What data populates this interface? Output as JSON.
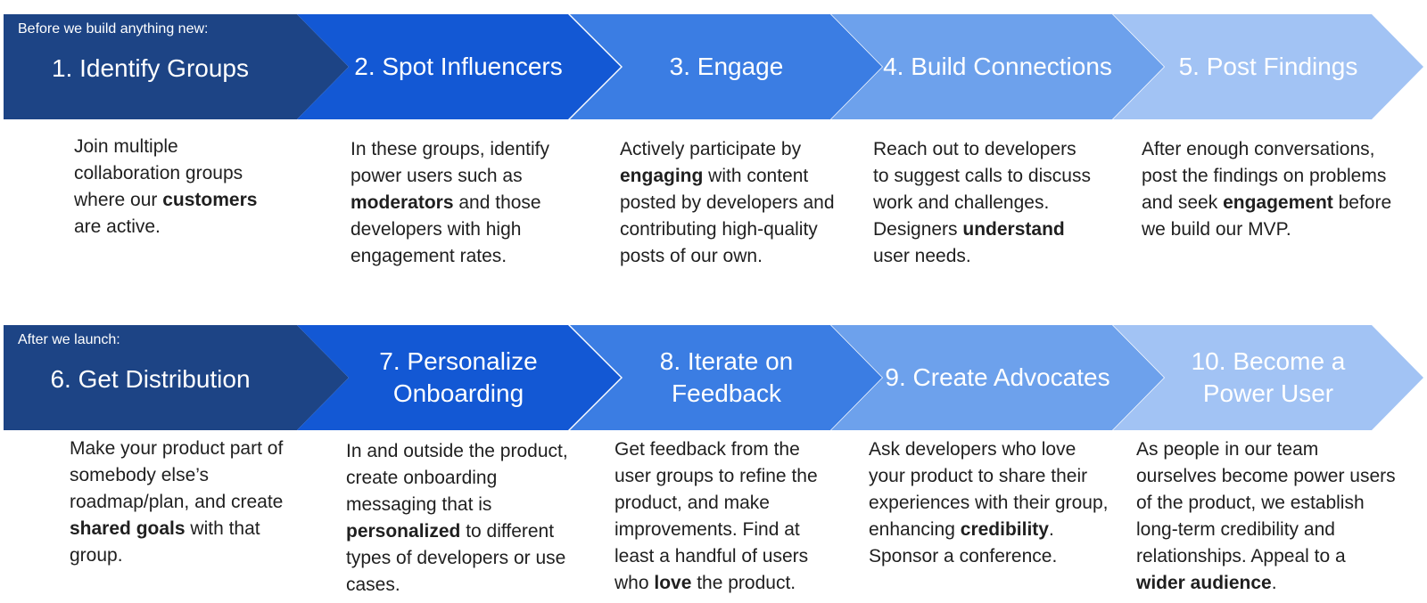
{
  "rows": [
    {
      "label": "Before we build anything new:",
      "steps": [
        {
          "title": "1. Identify Groups",
          "desc": [
            {
              "t": "Join multiple collaboration groups where our "
            },
            {
              "b": "customers"
            },
            {
              "t": " are active."
            }
          ]
        },
        {
          "title": "2. Spot Influencers",
          "desc": [
            {
              "t": "In these groups, identify power users such as "
            },
            {
              "b": "moderators"
            },
            {
              "t": " and those developers with high engagement rates."
            }
          ]
        },
        {
          "title": "3. Engage",
          "desc": [
            {
              "t": "Actively participate by "
            },
            {
              "b": "engaging"
            },
            {
              "t": " with content posted by developers and contributing high-quality posts of our own."
            }
          ]
        },
        {
          "title": "4. Build Connections",
          "desc": [
            {
              "t": "Reach out to developers to suggest calls to discuss work and challenges. Designers "
            },
            {
              "b": "understand"
            },
            {
              "t": " user needs."
            }
          ]
        },
        {
          "title": "5. Post Findings",
          "desc": [
            {
              "t": "After enough conversations, post the findings on problems and seek "
            },
            {
              "b": "engagement"
            },
            {
              "t": " before we build our MVP."
            }
          ]
        }
      ]
    },
    {
      "label": "After we launch:",
      "steps": [
        {
          "title": "6. Get Distribution",
          "desc": [
            {
              "t": "Make your product part of somebody else’s roadmap/plan, and create "
            },
            {
              "b": "shared goals"
            },
            {
              "t": " with that group."
            }
          ]
        },
        {
          "title": "7. Personalize Onboarding",
          "desc": [
            {
              "t": "In and outside the product, create onboarding messaging that is "
            },
            {
              "b": "personalized"
            },
            {
              "t": " to different types of developers or use cases."
            }
          ]
        },
        {
          "title": "8. Iterate on Feedback",
          "desc": [
            {
              "t": "Get feedback from the user groups to refine the product, and make improvements. Find at least a handful of users who "
            },
            {
              "b": "love"
            },
            {
              "t": " the product."
            }
          ]
        },
        {
          "title": "9. Create Advocates",
          "desc": [
            {
              "t": "Ask developers who love your product to share their experiences with their group, enhancing "
            },
            {
              "b": "credibility"
            },
            {
              "t": ". Sponsor a conference."
            }
          ]
        },
        {
          "title": "10. Become a Power User",
          "desc": [
            {
              "t": "As people in our team ourselves become power users of the product, we establish long-term credibility and relationships. Appeal to a "
            },
            {
              "b": "wider audience"
            },
            {
              "t": "."
            }
          ]
        }
      ]
    }
  ]
}
